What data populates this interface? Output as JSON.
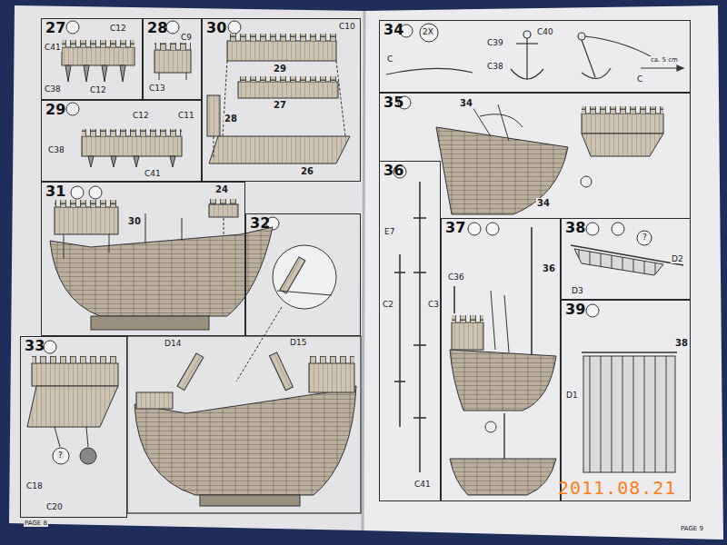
{
  "diagram": {
    "nodes": [
      {
        "text": [
          "27"
        ]
      },
      {
        "text": [
          "28"
        ]
      },
      {
        "text": [
          "30"
        ]
      },
      {
        "text": [
          "29"
        ]
      },
      {
        "text": [
          "31"
        ]
      },
      {
        "text": [
          "32"
        ]
      },
      {
        "text": [
          "33"
        ]
      },
      {
        "text": [
          "34"
        ]
      },
      {
        "text": [
          "35"
        ]
      },
      {
        "text": [
          "36"
        ]
      },
      {
        "text": [
          "37"
        ]
      },
      {
        "text": [
          "38"
        ]
      },
      {
        "text": [
          "39"
        ]
      }
    ],
    "labels": [
      "C41",
      "C12",
      "C38",
      "C12",
      "C9",
      "C13",
      "C10",
      "29",
      "27",
      "28",
      "26",
      "C12",
      "C11",
      "C38",
      "C41",
      "30",
      "24",
      "?",
      "C18",
      "C20",
      "D14",
      "D15",
      "2X",
      "C",
      "C39",
      "C40",
      "C38",
      "C",
      "ca. 5 cm",
      "34",
      "34",
      "E7",
      "C2",
      "C3",
      "C41",
      "C36",
      "36",
      "D2",
      "D3",
      "?",
      "38",
      "D1",
      "2011.08.21",
      "PAGE 8",
      "PAGE 9"
    ]
  }
}
